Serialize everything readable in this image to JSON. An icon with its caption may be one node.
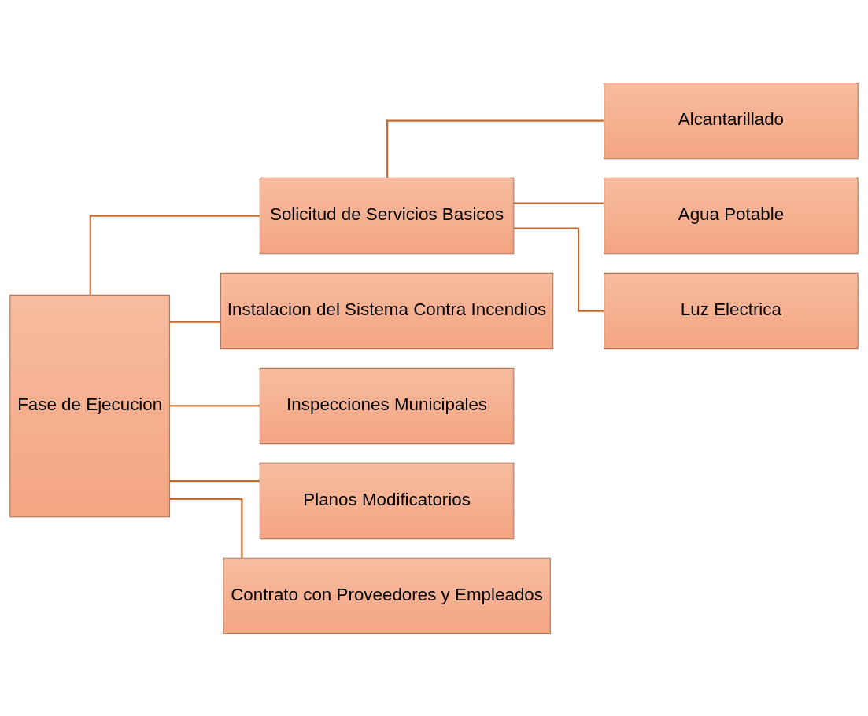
{
  "diagram": {
    "nodes": [
      {
        "text": [
          "Fase de Ejecucion"
        ]
      },
      {
        "text": [
          "Solicitud de Servicios Basicos"
        ]
      },
      {
        "text": [
          "Instalacion del Sistema Contra Incendios"
        ]
      },
      {
        "text": [
          "Inspecciones Municipales"
        ]
      },
      {
        "text": [
          "Planos Modificatorios"
        ]
      },
      {
        "text": [
          "Contrato con Proveedores y Empleados"
        ]
      },
      {
        "text": [
          "Alcantarillado"
        ]
      },
      {
        "text": [
          "Agua Potable"
        ]
      },
      {
        "text": [
          "Luz Electrica"
        ]
      }
    ],
    "edges": [
      {
        "from": 0,
        "to": 1,
        "arrow": "none"
      },
      {
        "from": 0,
        "to": 2,
        "arrow": "none"
      },
      {
        "from": 0,
        "to": 3,
        "arrow": "none"
      },
      {
        "from": 0,
        "to": 4,
        "arrow": "none"
      },
      {
        "from": 0,
        "to": 5,
        "arrow": "none"
      },
      {
        "from": 1,
        "to": 6,
        "arrow": "none"
      },
      {
        "from": 1,
        "to": 7,
        "arrow": "none"
      },
      {
        "from": 1,
        "to": 8,
        "arrow": "none"
      }
    ]
  }
}
